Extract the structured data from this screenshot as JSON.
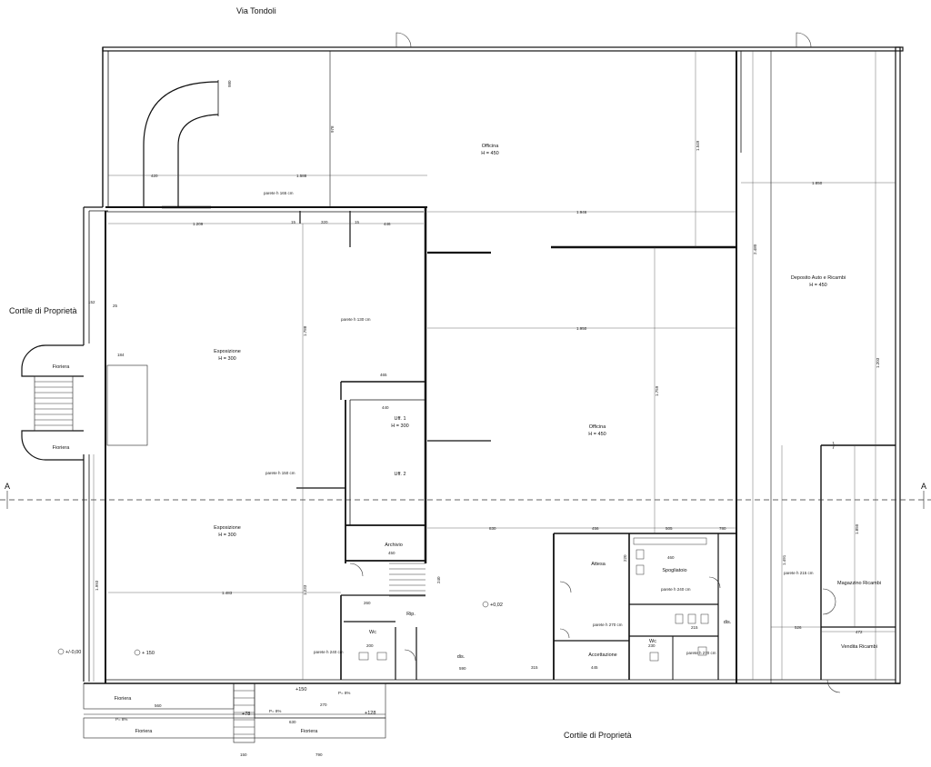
{
  "plan": {
    "street_top": "Via Tondoli",
    "courtyard_left": "Cortile di Proprietà",
    "courtyard_bottom": "Cortile di Proprietà",
    "section_mark": "A",
    "rooms": {
      "officina_top": {
        "name": "Officina",
        "height": "H = 450"
      },
      "officina_mid": {
        "name": "Officina",
        "height": "H = 450"
      },
      "deposito": {
        "name": "Deposito Auto e Ricambi",
        "height": "H = 450"
      },
      "esposizione_top": {
        "name": "Esposizione",
        "height": "H = 300"
      },
      "esposizione_bottom": {
        "name": "Esposizione",
        "height": "H = 300"
      },
      "uff1": {
        "name": "Uff. 1",
        "height": "H = 300"
      },
      "uff2": {
        "name": "Uff. 2"
      },
      "archivio": "Archivio",
      "attesa": "Attesa",
      "spogliatoio": "Spogliatoio",
      "accettazione": "Accettazione",
      "magazzino": "Magazzino Ricambi",
      "vendita": "Vendita Ricambi",
      "rip": "Rip.",
      "wc_left": "Wc",
      "wc_right": "Wc",
      "dis_left": "dis.",
      "dis_right": "dis.",
      "fioriera_1": "Fioriera",
      "fioriera_2": "Fioriera",
      "fioriera_3": "Fioriera",
      "fioriera_4": "Fioriera",
      "fioriera_5": "Fioriera"
    },
    "levels": {
      "l1": "+0,02",
      "l2": "+/-0,00",
      "l3": "+ 150",
      "l4": "+150",
      "l5": "+78",
      "l6": "+128"
    },
    "slopes": {
      "s1": "P= 8%",
      "s2": "P= 8%",
      "s3": "P= 8%"
    },
    "dimensions": {
      "d420": "420",
      "d1588": "1.588",
      "d1209": "1.209",
      "d1946": "1.946",
      "d1850": "1.850",
      "d1950": "1.950",
      "d1788": "1.788",
      "d1483": "1.483",
      "d1993": "1.993",
      "d2480": "2.480",
      "d1203": "1.203",
      "d1850v": "1.850",
      "d1491": "1.491",
      "d1549": "1.549",
      "d1759": "1.759",
      "d1233": "1.233",
      "d978": "978",
      "d980": "980",
      "d320": "320",
      "d446": "446",
      "d15a": "15",
      "d15b": "15",
      "d152": "152",
      "d25": "25",
      "d184": "184",
      "d465": "465",
      "d830": "830",
      "d456": "456",
      "d505": "505",
      "d780": "780",
      "d460": "460",
      "d526": "526",
      "d472": "472",
      "d560": "560",
      "d630": "630",
      "d790": "790",
      "d150": "150",
      "d270": "270",
      "d315": "315",
      "d440": "440",
      "d590": "590",
      "d215": "215",
      "d260": "260",
      "d200": "200",
      "d240": "240",
      "d230": "230",
      "d445": "445",
      "d450": "450",
      "d220": "220"
    },
    "notes": {
      "parete1": "parete h 165 cm",
      "parete2": "parete h 130 cm",
      "parete3": "parete h 150 cm",
      "parete4": "parete h 240 cm",
      "parete5": "parete h 270 cm",
      "parete6": "parete h 240 cm",
      "parete7": "parete h 270 cm",
      "parete8": "parete h 215 cm"
    }
  }
}
